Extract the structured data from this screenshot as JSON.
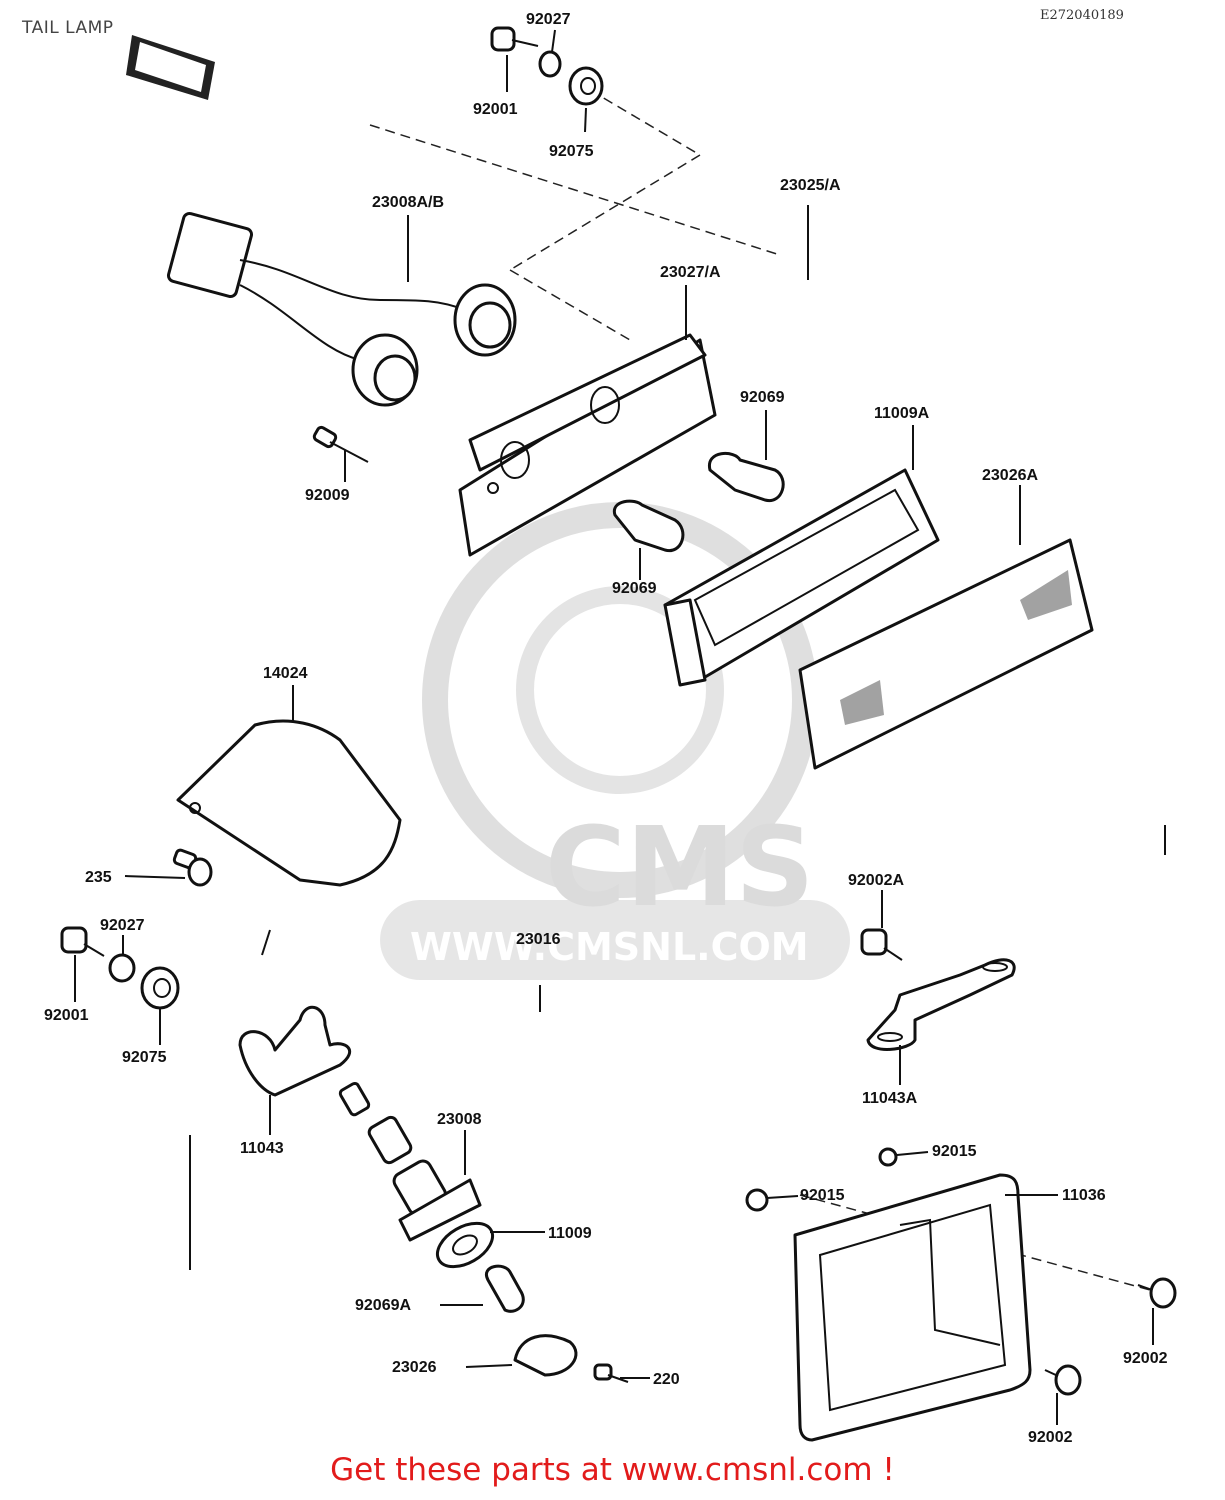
{
  "header": {
    "title": "TAIL LAMP",
    "diagram_code": "E272040189"
  },
  "watermark": {
    "brand": "CMS",
    "url": "WWW.CMSNL.COM"
  },
  "parts": {
    "p92027_top": "92027",
    "p92001_top": "92001",
    "p92075_top": "92075",
    "p23008AB": "23008A/B",
    "p23025A": "23025/A",
    "p23027A": "23027/A",
    "p92069_a": "92069",
    "p11009A": "11009A",
    "p23026A": "23026A",
    "p92009": "92009",
    "p92069_b": "92069",
    "p14024": "14024",
    "p235": "235",
    "p92027_mid": "92027",
    "p92001_mid": "92001",
    "p92075_mid": "92075",
    "p23016": "23016",
    "p92002A": "92002A",
    "p11043A": "11043A",
    "p11043": "11043",
    "p23008": "23008",
    "p92015_a": "92015",
    "p92015_b": "92015",
    "p11036": "11036",
    "p11009": "11009",
    "p92069A": "92069A",
    "p23026": "23026",
    "p220": "220",
    "p92002_a": "92002",
    "p92002_b": "92002"
  },
  "footer": {
    "cta": "Get these parts at www.cmsnl.com !"
  }
}
